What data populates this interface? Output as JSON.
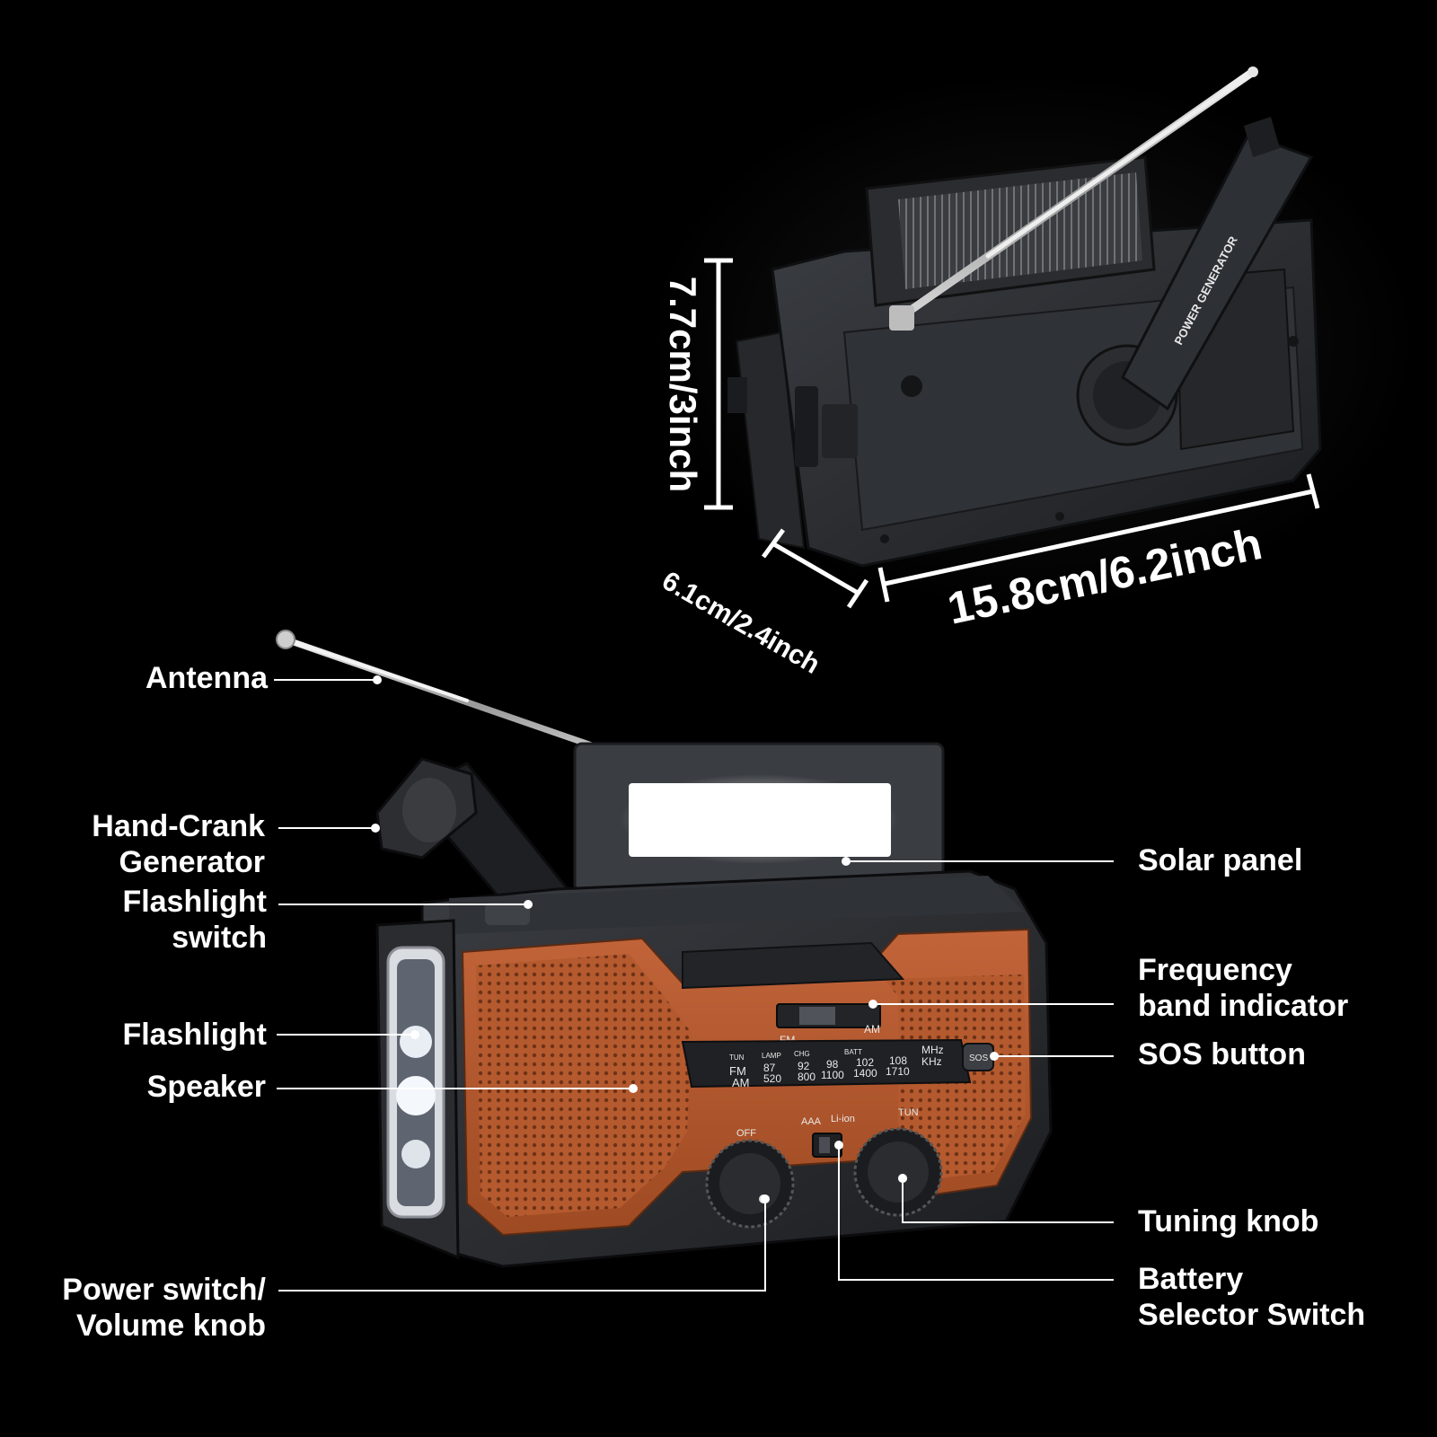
{
  "dimensions": {
    "height": "7.7cm/3inch",
    "depth": "6.1cm/2.4inch",
    "width": "15.8cm/6.2inch"
  },
  "callouts": {
    "antenna": "Antenna",
    "hand_crank_1": "Hand-Crank",
    "hand_crank_2": "Generator",
    "flashlight_switch_1": "Flashlight",
    "flashlight_switch_2": "switch",
    "flashlight": "Flashlight",
    "speaker": "Speaker",
    "power_volume_1": "Power switch/",
    "power_volume_2": "Volume knob",
    "solar_panel": "Solar panel",
    "frequency_band_1": "Frequency",
    "frequency_band_2": "band indicator",
    "sos_button": "SOS button",
    "tuning_knob": "Tuning knob",
    "battery_selector_1": "Battery",
    "battery_selector_2": "Selector Switch"
  },
  "device_printed_text": {
    "crank_handle": "POWER GENERATOR",
    "band_fm": "FM",
    "band_am": "AM",
    "sos": "SOS",
    "off": "OFF",
    "tun": "TUN",
    "aaa": "AAA",
    "li_ion": "Li-ion",
    "scale_tun": "TUN",
    "scale_lamp": "LAMP",
    "scale_chg": "CHG",
    "scale_batt": "BATT",
    "scale_fm": "FM",
    "scale_am": "AM",
    "scale_mhz": "MHz",
    "scale_khz": "KHz",
    "fm_values": [
      "87",
      "92",
      "98",
      "102",
      "108"
    ],
    "am_values": [
      "520",
      "800",
      "1100",
      "1400",
      "1710"
    ]
  },
  "colors": {
    "background": "#000000",
    "body_orange": "#b85a2c",
    "casing": "#2b2d31",
    "label_text": "#ffffff"
  }
}
